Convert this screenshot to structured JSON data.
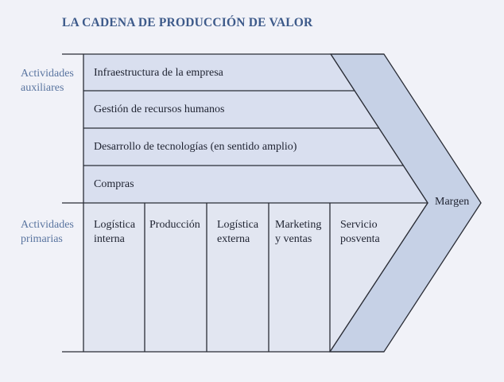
{
  "title": "LA CADENA DE PRODUCCIÓN DE VALOR",
  "side_labels": {
    "support": [
      "Actividades",
      "auxiliares"
    ],
    "primary": [
      "Actividades",
      "primarias"
    ]
  },
  "support_activities": [
    "Infraestructura de la empresa",
    "Gestión  de recursos humanos",
    "Desarrollo de tecnologías (en sentido amplio)",
    "Compras"
  ],
  "primary_activities": [
    {
      "line1": "Logística",
      "line2": "interna"
    },
    {
      "line1": "Producción",
      "line2": ""
    },
    {
      "line1": "Logística",
      "line2": "externa"
    },
    {
      "line1": "Marketing",
      "line2": "y ventas"
    },
    {
      "line1": "Servicio",
      "line2": "posventa"
    }
  ],
  "margin_label": "Margen",
  "colors": {
    "background": "#f1f2f8",
    "support_fill": "#d9dfef",
    "primary_fill": "#e2e6f1",
    "margin_fill": "#c6d1e6",
    "title": "#3d5a8a",
    "side_label": "#5a75a0",
    "line": "#2a2d36"
  }
}
